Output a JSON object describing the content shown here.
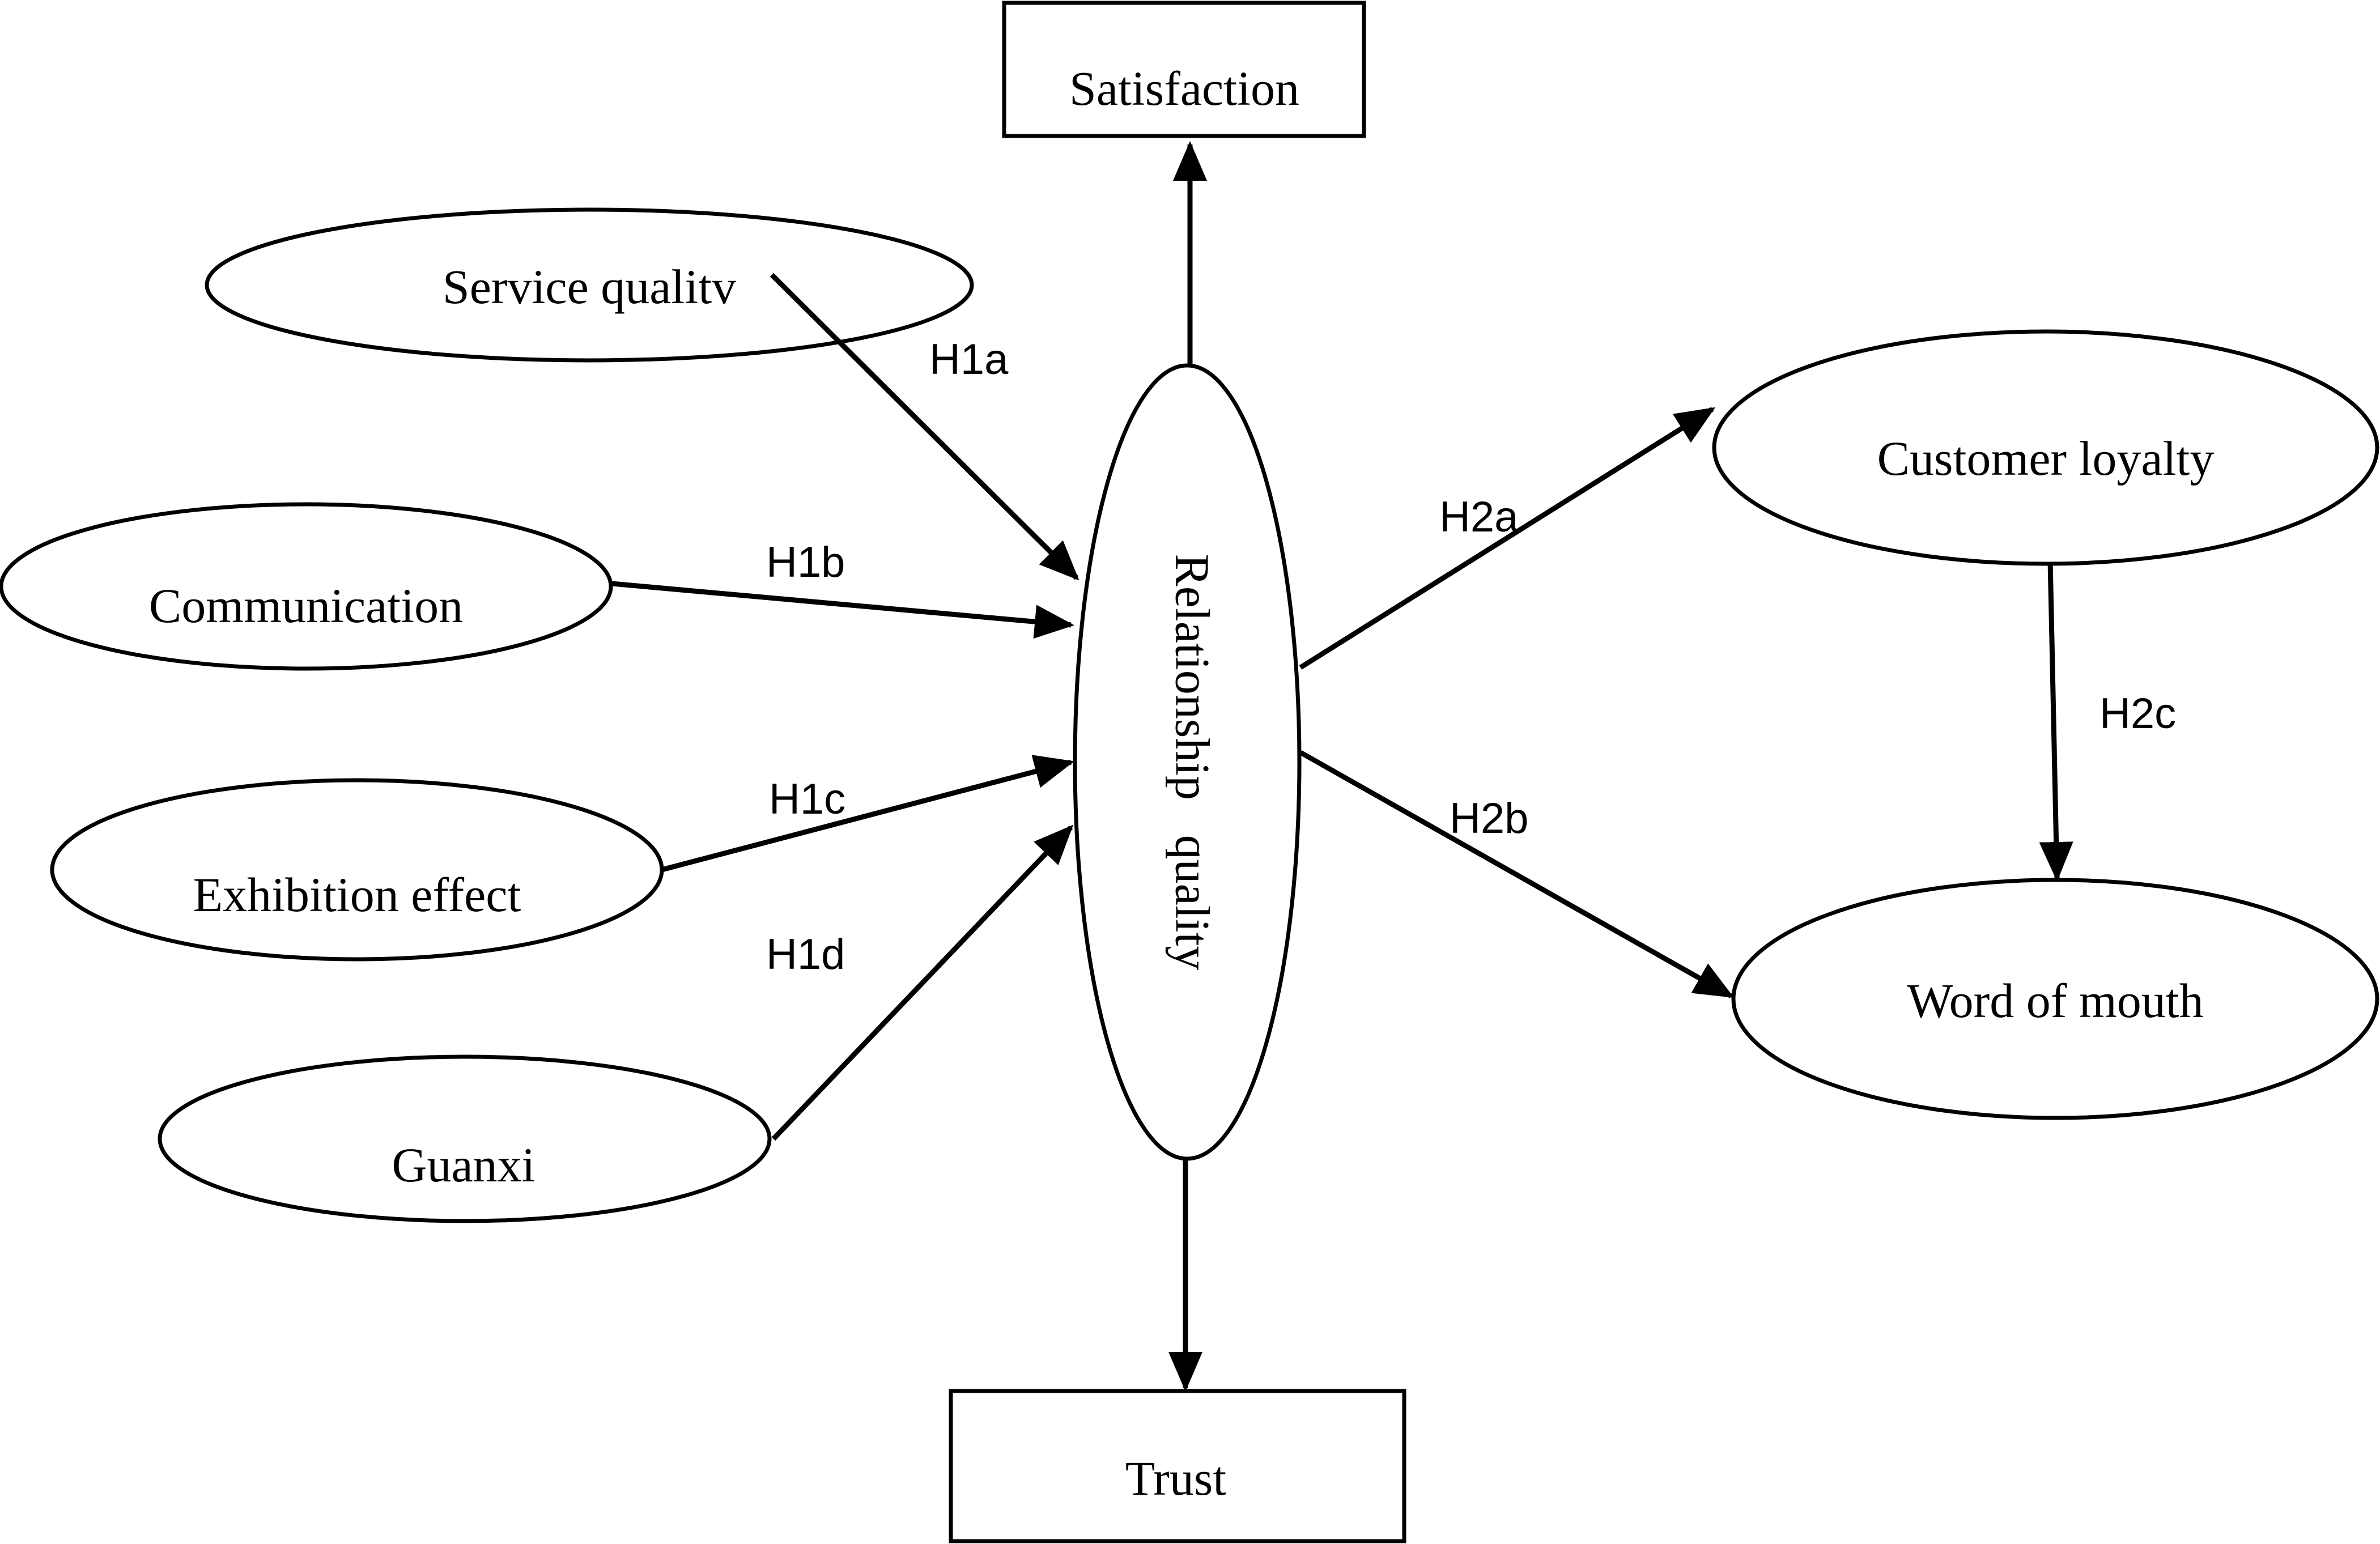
{
  "diagram": {
    "nodes": {
      "satisfaction": {
        "label": "Satisfaction",
        "shape": "rectangle"
      },
      "service_quality": {
        "label": "Service qualitv",
        "shape": "ellipse"
      },
      "communication": {
        "label": "Communication",
        "shape": "ellipse"
      },
      "exhibition_effect": {
        "label": "Exhibition effect",
        "shape": "ellipse"
      },
      "guanxi": {
        "label": "Guanxi",
        "shape": "ellipse"
      },
      "relationship_quality": {
        "label": "Relationship quality",
        "shape": "ellipse"
      },
      "customer_loyalty": {
        "label": "Customer loyalty",
        "shape": "ellipse"
      },
      "word_of_mouth": {
        "label": "Word of mouth",
        "shape": "ellipse"
      },
      "trust": {
        "label": "Trust",
        "shape": "rectangle"
      }
    },
    "edges": [
      {
        "id": "h1a",
        "from": "service_quality",
        "to": "relationship_quality",
        "label": "H1a"
      },
      {
        "id": "h1b",
        "from": "communication",
        "to": "relationship_quality",
        "label": "H1b"
      },
      {
        "id": "h1c",
        "from": "exhibition_effect",
        "to": "relationship_quality",
        "label": "H1c"
      },
      {
        "id": "h1d",
        "from": "guanxi",
        "to": "relationship_quality",
        "label": "H1d"
      },
      {
        "id": "h2a",
        "from": "relationship_quality",
        "to": "customer_loyalty",
        "label": "H2a"
      },
      {
        "id": "h2b",
        "from": "relationship_quality",
        "to": "word_of_mouth",
        "label": "H2b"
      },
      {
        "id": "h2c",
        "from": "customer_loyalty",
        "to": "word_of_mouth",
        "label": "H2c"
      },
      {
        "id": "rq_satisfaction",
        "from": "relationship_quality",
        "to": "satisfaction",
        "label": ""
      },
      {
        "id": "rq_trust",
        "from": "relationship_quality",
        "to": "trust",
        "label": ""
      }
    ]
  }
}
